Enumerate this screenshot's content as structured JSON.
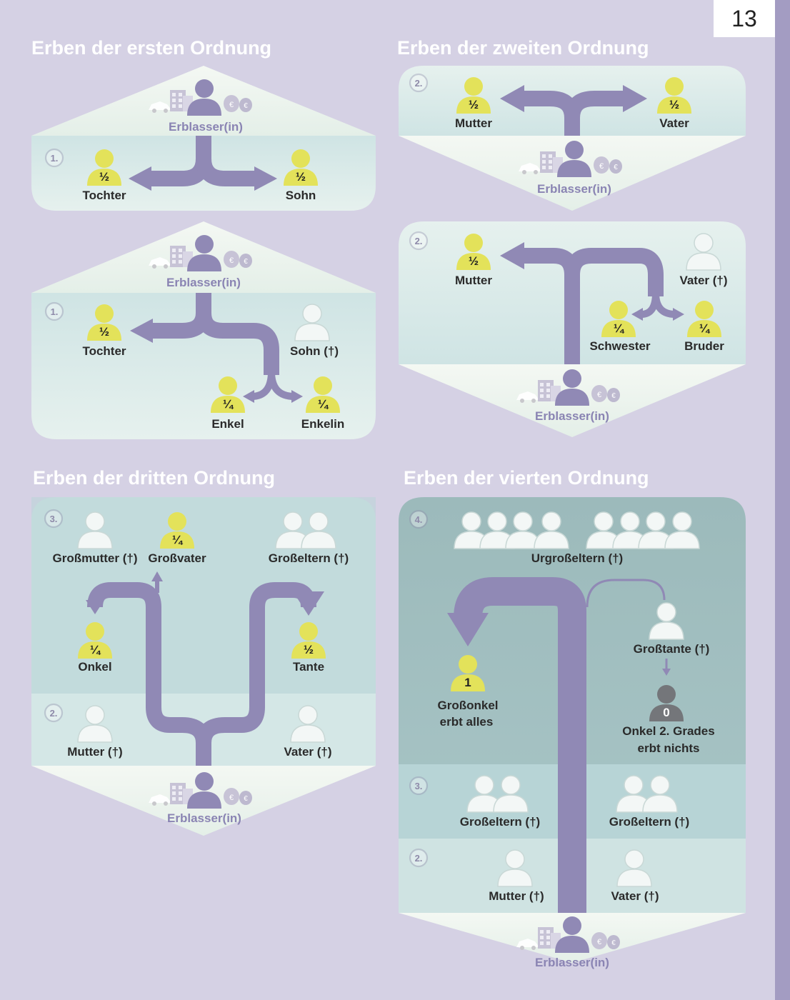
{
  "page_number": "13",
  "colors": {
    "background": "#d5d1e4",
    "panel": "#cde3e3",
    "panel_fade": "#e8f2ef",
    "teal_dark": "#9fbcbd",
    "teal_mid": "#b6d3d5",
    "arrow": "#9089b5",
    "heir_yellow": "#e3e25a",
    "person_white": "#f3f7f6",
    "person_dark": "#74767a",
    "deceased_purple": "#9089b5",
    "heading": "#ffffff",
    "label": "#2a2a2a"
  },
  "sections": {
    "first": {
      "title": "Erben der ersten Ordnung",
      "a": {
        "order": "1.",
        "deceased": "Erblasser(in)",
        "left": {
          "share": "½",
          "label": "Tochter"
        },
        "right": {
          "share": "½",
          "label": "Sohn"
        }
      },
      "b": {
        "order": "1.",
        "deceased": "Erblasser(in)",
        "left": {
          "share": "½",
          "label": "Tochter"
        },
        "dead": {
          "label": "Sohn (†)"
        },
        "g1": {
          "share": "¼",
          "label": "Enkel"
        },
        "g2": {
          "share": "¼",
          "label": "Enkelin"
        }
      }
    },
    "second": {
      "title": "Erben der zweiten Ordnung",
      "a": {
        "order": "2.",
        "deceased": "Erblasser(in)",
        "left": {
          "share": "½",
          "label": "Mutter"
        },
        "right": {
          "share": "½",
          "label": "Vater"
        }
      },
      "b": {
        "order": "2.",
        "deceased": "Erblasser(in)",
        "left": {
          "share": "½",
          "label": "Mutter"
        },
        "dead": {
          "label": "Vater (†)"
        },
        "s1": {
          "share": "¼",
          "label": "Schwester"
        },
        "s2": {
          "share": "¼",
          "label": "Bruder"
        }
      }
    },
    "third": {
      "title": "Erben der dritten Ordnung",
      "order3": "3.",
      "order2": "2.",
      "deceased": "Erblasser(in)",
      "grandmother": {
        "label": "Großmutter (†)"
      },
      "grandfather": {
        "share": "¼",
        "label": "Großvater"
      },
      "grandparents": {
        "label": "Großeltern (†)"
      },
      "uncle": {
        "share": "¼",
        "label": "Onkel"
      },
      "aunt": {
        "share": "½",
        "label": "Tante"
      },
      "mother": {
        "label": "Mutter (†)"
      },
      "father": {
        "label": "Vater (†)"
      }
    },
    "fourth": {
      "title": "Erben der vierten Ordnung",
      "order4": "4.",
      "order3": "3.",
      "order2": "2.",
      "deceased": "Erblasser(in)",
      "greatgrandparents": {
        "label": "Urgroßeltern (†)"
      },
      "greataunt": {
        "label": "Großtante (†)"
      },
      "greatuncle": {
        "share": "1",
        "label1": "Großonkel",
        "label2": "erbt alles"
      },
      "cousin": {
        "share": "0",
        "label1": "Onkel 2. Grades",
        "label2": "erbt nichts"
      },
      "grandparents_left": {
        "label": "Großeltern (†)"
      },
      "grandparents_right": {
        "label": "Großeltern (†)"
      },
      "mother": {
        "label": "Mutter (†)"
      },
      "father": {
        "label": "Vater (†)"
      }
    }
  }
}
